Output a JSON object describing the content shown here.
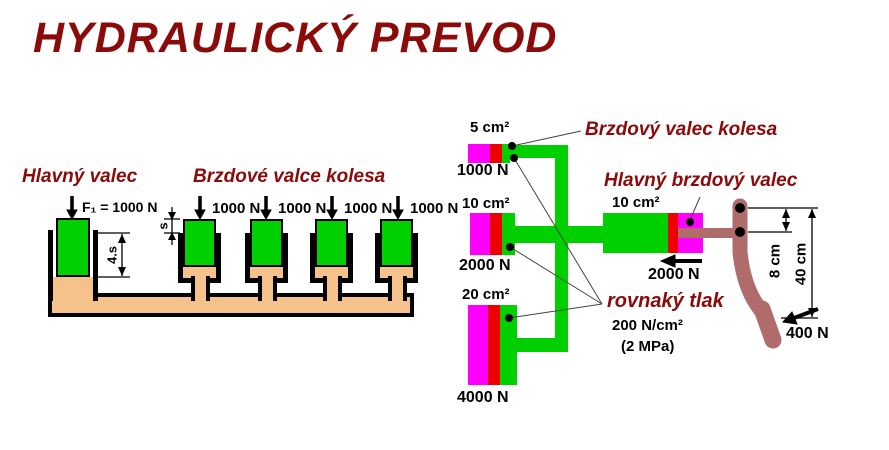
{
  "title": "HYDRAULICKÝ PREVOD",
  "colors": {
    "heading": "#8b0a0a",
    "fluid_green": "#00cf00",
    "liquid_tan": "#f6c28b",
    "piston_magenta": "#ff00ff",
    "seal_red": "#ee0000",
    "pedal_brown": "#b06b6b"
  },
  "left_diagram": {
    "heading_master": "Hlavný valec",
    "heading_wheels": "Brzdové valce kolesa",
    "master_force": "F₁ = 1000 N",
    "wheel_forces": [
      "1000 N",
      "1000 N",
      "1000 N",
      "1000 N"
    ],
    "master_stroke": "4.s",
    "wheel_stroke": "s"
  },
  "right_diagram": {
    "label_wheel_cylinder": "Brzdový valec kolesa",
    "label_master_cylinder": "Hlavný brzdový valec",
    "label_equal_pressure": "rovnaký tlak",
    "pressure": "200 N/cm²",
    "pressure_mpa": "(2 MPa)",
    "wheel_cylinders": [
      {
        "area": "5 cm²",
        "force": "1000 N"
      },
      {
        "area": "10 cm²",
        "force": "2000 N"
      },
      {
        "area": "20 cm²",
        "force": "4000 N"
      }
    ],
    "master_cylinder": {
      "area": "10 cm²",
      "force": "2000 N"
    },
    "pedal": {
      "force": "400 N",
      "arm_short": "8 cm",
      "arm_long": "40 cm"
    }
  }
}
